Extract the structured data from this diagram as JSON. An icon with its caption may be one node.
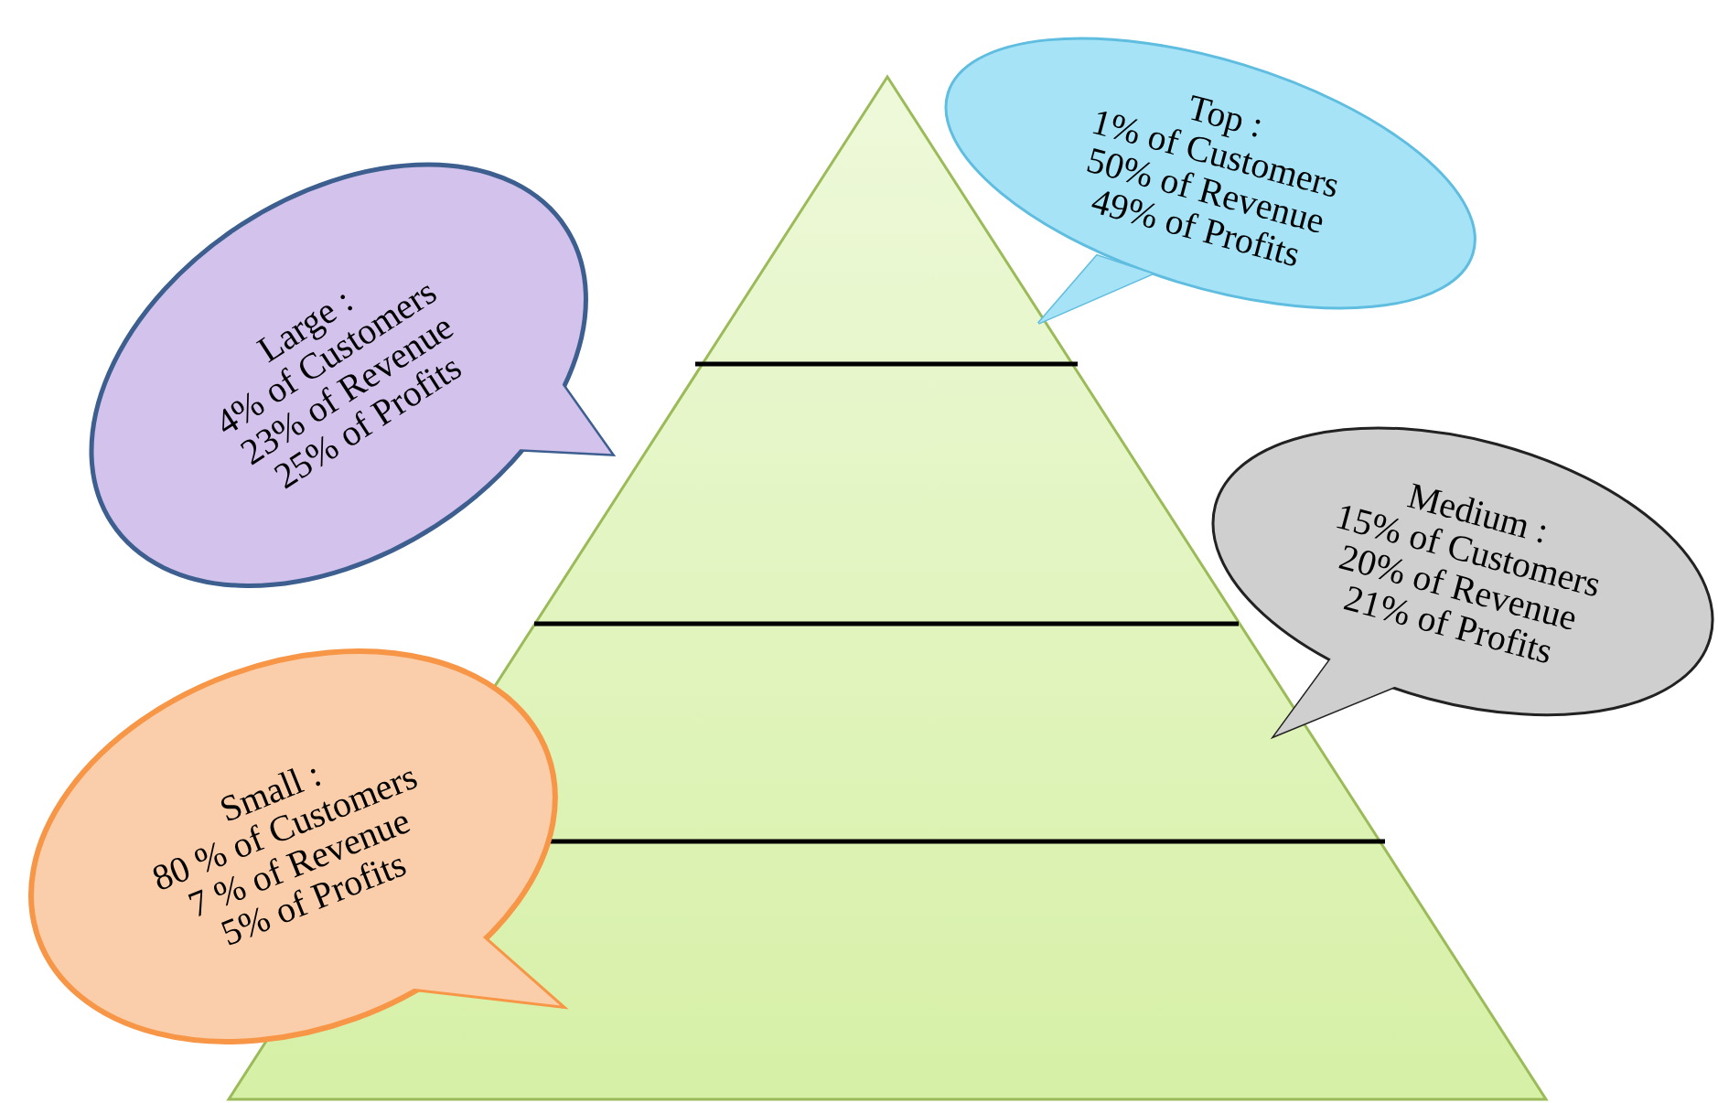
{
  "diagram": {
    "nodes": [
      {
        "text": [
          "Top :",
          "1% of Customers",
          "50% of Revenue",
          "49% of Profits"
        ]
      },
      {
        "text": [
          "Large :",
          "4% of Customers",
          "23% of Revenue",
          "25% of Profits"
        ]
      },
      {
        "text": [
          "Medium :",
          "15% of Customers",
          "20% of Revenue",
          "21% of Profits"
        ]
      },
      {
        "text": [
          "Small :",
          "80 % of Customers",
          "7 % of Revenue",
          "5% of Profits"
        ]
      }
    ]
  }
}
